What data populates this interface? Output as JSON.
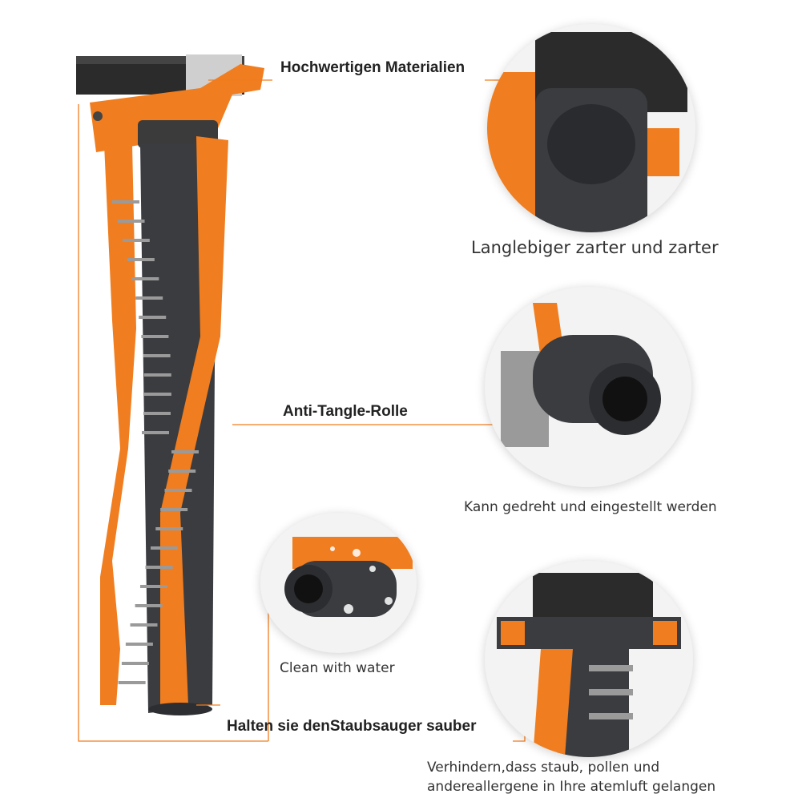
{
  "labels": {
    "materials": "Hochwertigen Materialien",
    "durable": "Langlebiger zarter und zarter",
    "anti_tangle": "Anti-Tangle-Rolle",
    "rotatable": "Kann gedreht und eingestellt werden",
    "clean_water": "Clean with water",
    "keep_clean": "Halten sie denStaubsauger sauber",
    "prevent_line1": "Verhindern,dass staub, pollen und",
    "prevent_line2": "andereallergene in Ihre atemluft gelangen"
  },
  "colors": {
    "accent": "#f07d1f",
    "roller": "#3a3c40",
    "bristle": "#9a9a9a"
  }
}
